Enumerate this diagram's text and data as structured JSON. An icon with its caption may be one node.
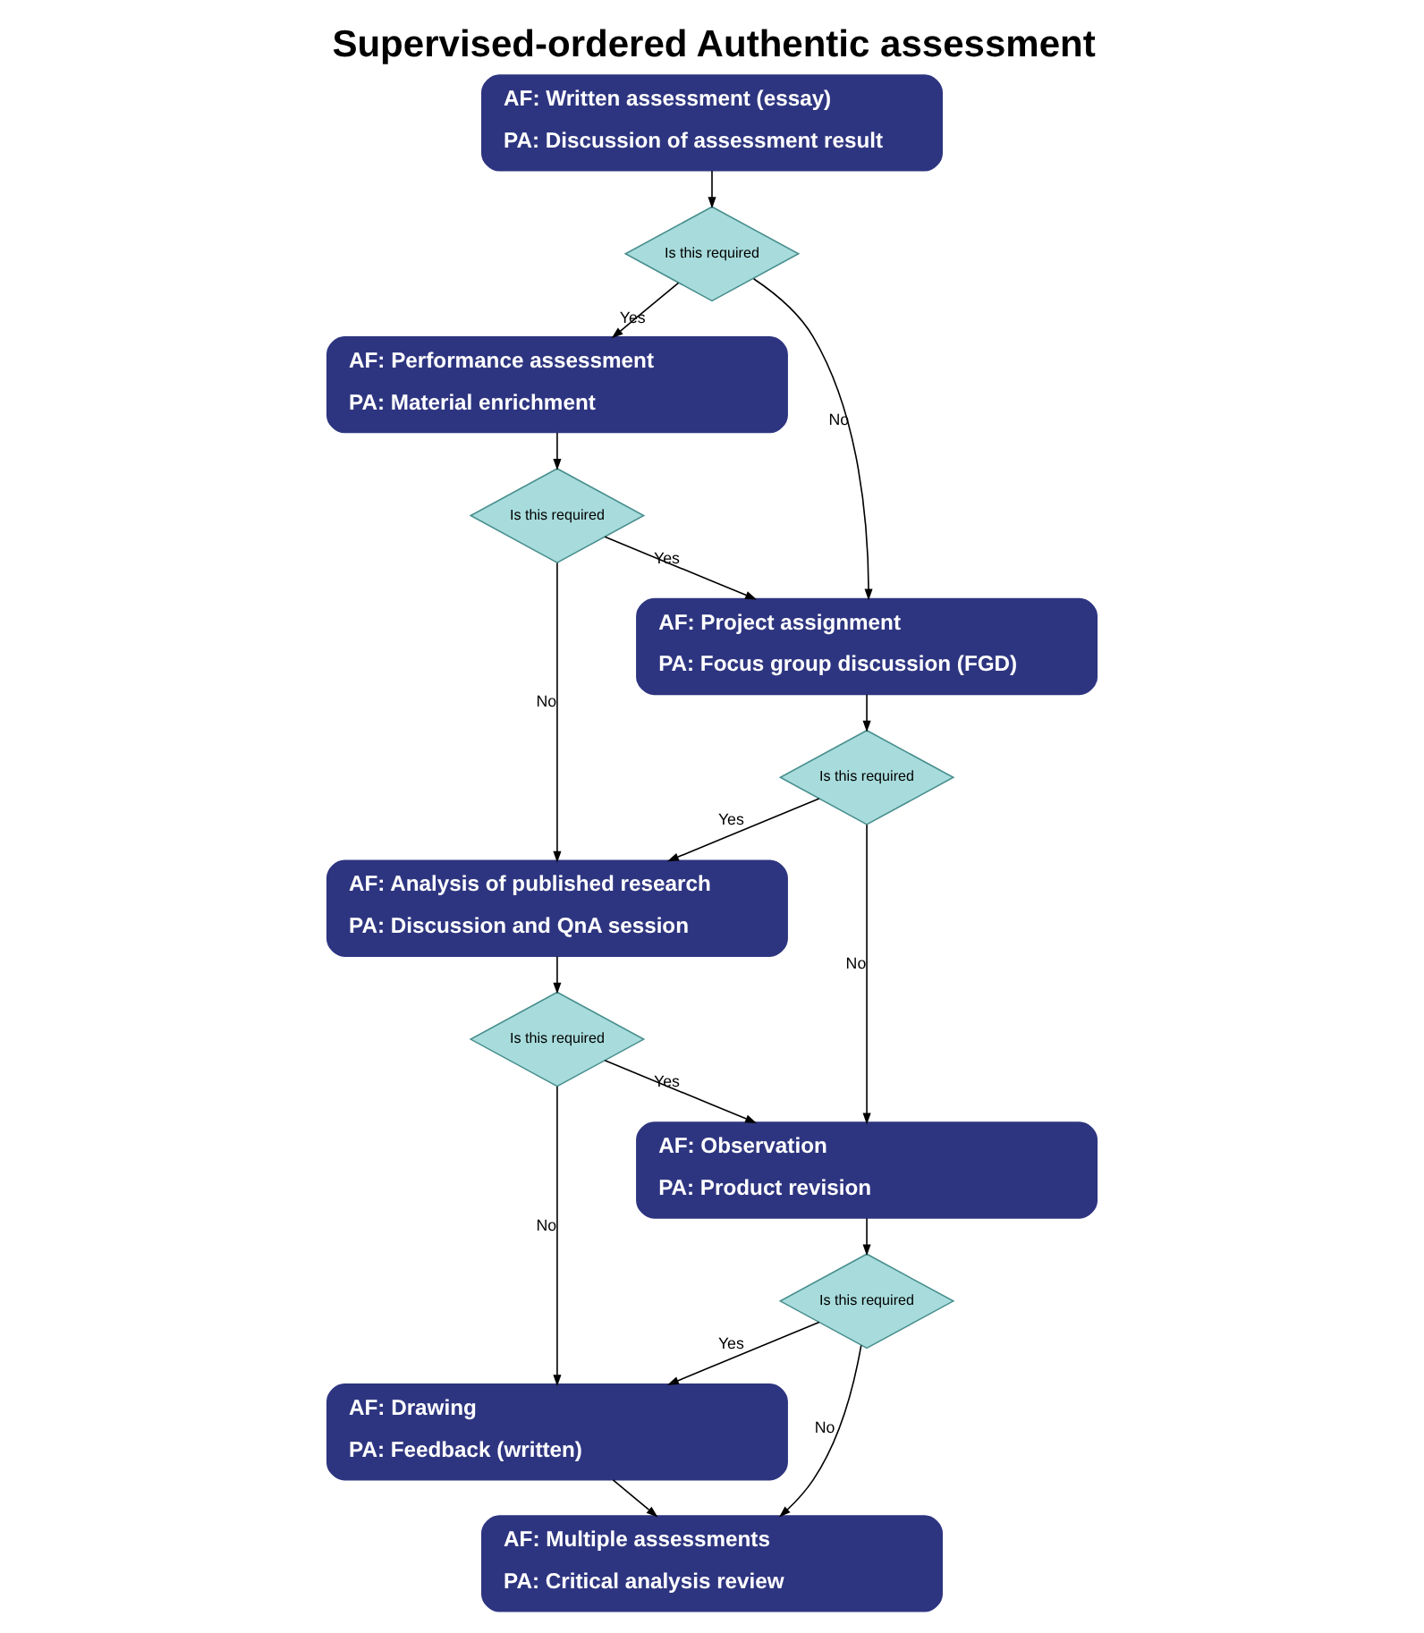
{
  "diagram": {
    "title": "Supervised-ordered Authentic assessment",
    "nodes": [
      {
        "text": [
          "AF: Written assessment (essay)",
          "PA: Discussion of assessment result"
        ]
      },
      {
        "text": [
          "Is this required"
        ]
      },
      {
        "text": [
          "AF: Performance assessment",
          "PA: Material enrichment"
        ]
      },
      {
        "text": [
          "AF: Project assignment",
          "PA: Focus group discussion (FGD)"
        ]
      },
      {
        "text": [
          "Is this required"
        ]
      },
      {
        "text": [
          "Is this required"
        ]
      },
      {
        "text": [
          "AF: Analysis of published research",
          "PA: Discussion and QnA session"
        ]
      },
      {
        "text": [
          "AF: Observation",
          "PA: Product revision"
        ]
      },
      {
        "text": [
          "Is this required"
        ]
      },
      {
        "text": [
          "Is this required"
        ]
      },
      {
        "text": [
          "AF: Drawing",
          "PA: Feedback (written)"
        ]
      },
      {
        "text": [
          "AF: Multiple assessments",
          "PA: Critical analysis review"
        ]
      }
    ],
    "edges": [
      {
        "from": 0,
        "to": 1,
        "arrow": "to"
      },
      {
        "from": 1,
        "to": 2,
        "arrow": "to",
        "label": "Yes"
      },
      {
        "from": 1,
        "to": 3,
        "arrow": "to",
        "label": "No"
      },
      {
        "from": 2,
        "to": 4,
        "arrow": "to"
      },
      {
        "from": 4,
        "to": 3,
        "arrow": "to",
        "label": "Yes"
      },
      {
        "from": 4,
        "to": 6,
        "arrow": "to",
        "label": "No"
      },
      {
        "from": 3,
        "to": 5,
        "arrow": "to"
      },
      {
        "from": 5,
        "to": 6,
        "arrow": "to",
        "label": "Yes"
      },
      {
        "from": 5,
        "to": 7,
        "arrow": "to",
        "label": "No"
      },
      {
        "from": 6,
        "to": 8,
        "arrow": "to"
      },
      {
        "from": 8,
        "to": 7,
        "arrow": "to",
        "label": "Yes"
      },
      {
        "from": 8,
        "to": 10,
        "arrow": "to",
        "label": "No"
      },
      {
        "from": 7,
        "to": 9,
        "arrow": "to"
      },
      {
        "from": 9,
        "to": 10,
        "arrow": "to",
        "label": "Yes"
      },
      {
        "from": 9,
        "to": 11,
        "arrow": "to",
        "label": "No"
      },
      {
        "from": 10,
        "to": 11,
        "arrow": "to"
      }
    ]
  }
}
